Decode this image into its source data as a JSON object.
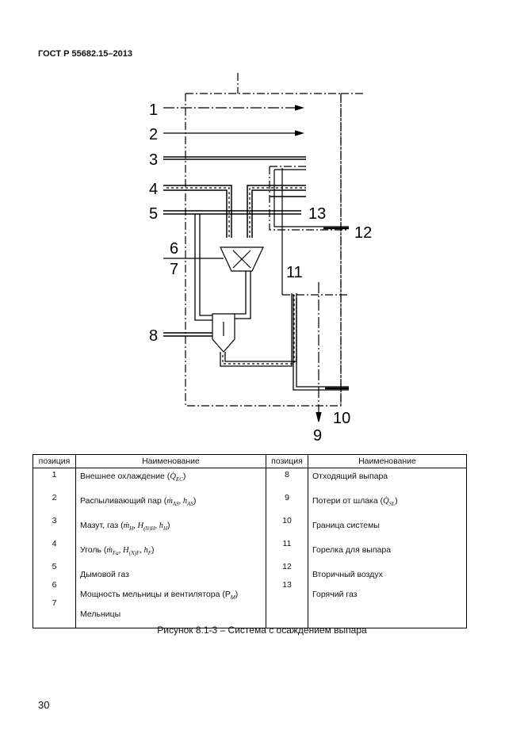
{
  "header": {
    "standard": "ГОСТ Р 55682.15–2013"
  },
  "diagram": {
    "labels": {
      "n1": "1",
      "n2": "2",
      "n3": "3",
      "n4": "4",
      "n5": "5",
      "n6": "6",
      "n7": "7",
      "n8": "8",
      "n9": "9",
      "n10": "10",
      "n11": "11",
      "n12": "12",
      "n13": "13"
    }
  },
  "table": {
    "headers": {
      "pos_left": "позиция",
      "name_left": "Наименование",
      "pos_right": "позиция",
      "name_right": "Наименование"
    },
    "left": [
      {
        "num": "1",
        "name": "Внешнее охлаждение (",
        "sym": "Q̇",
        "sub": "EC",
        "tail": ")"
      },
      {
        "num": "2",
        "name": "Распыливающий пар (",
        "sym": "ṁ",
        "sub": "AS",
        "extra": ", h",
        "extra_sub": "AS",
        "tail": ")"
      },
      {
        "num": "3",
        "name": "Мазут, газ (",
        "sym": "ṁ",
        "sub": "H",
        "extra": ", H",
        "extra_sub": "(N)H",
        "extra2": ", h",
        "extra2_sub": "H",
        "tail": ")"
      },
      {
        "num": "4",
        "name": "Уголь (",
        "sym": "ṁ",
        "sub": "Fa",
        "extra": ", H",
        "extra_sub": "(N)F",
        "extra2": ", h",
        "extra2_sub": "F",
        "tail": ")"
      },
      {
        "num": "5",
        "name": "Дымовой газ"
      },
      {
        "num": "6",
        "name": "Мощность мельницы и вентилятора (P",
        "tail_sub": "M",
        "tail": ")"
      },
      {
        "num": "7",
        "name": "Мельницы"
      }
    ],
    "right": [
      {
        "num": "8",
        "name": "Отходящий выпара"
      },
      {
        "num": "9",
        "name": "Потери от шлака (",
        "sym": "Q̇",
        "sub": "SL",
        "tail": ")"
      },
      {
        "num": "10",
        "name": "Граница системы"
      },
      {
        "num": "11",
        "name": "Горелка для выпара"
      },
      {
        "num": "12",
        "name": "Вторичный воздух"
      },
      {
        "num": "13",
        "name": "Горячий газ"
      }
    ]
  },
  "caption": "Рисунок 8.1-3 – Система с осаждением выпара",
  "page_number": "30"
}
